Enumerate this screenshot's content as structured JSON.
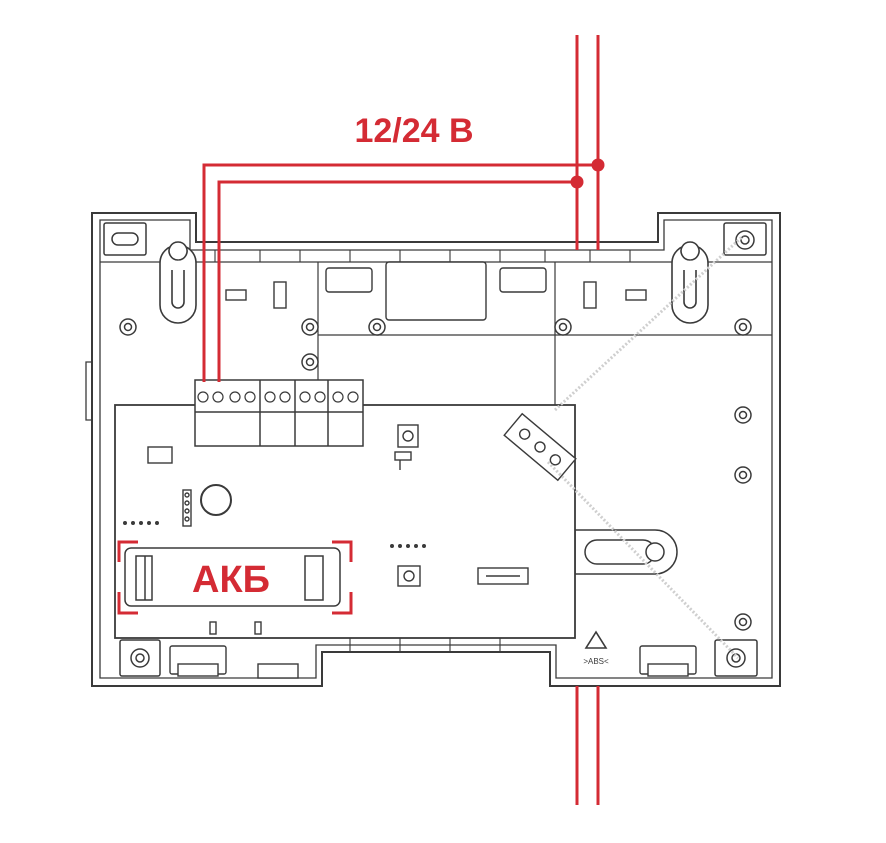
{
  "diagram": {
    "voltage_label": "12/24 В",
    "battery_label": "АКБ",
    "mark_text": ">ABS<",
    "colors": {
      "wire": "#d42b34",
      "outline": "#3a3a3a",
      "fill": "#ffffff",
      "background": "#ffffff"
    }
  }
}
